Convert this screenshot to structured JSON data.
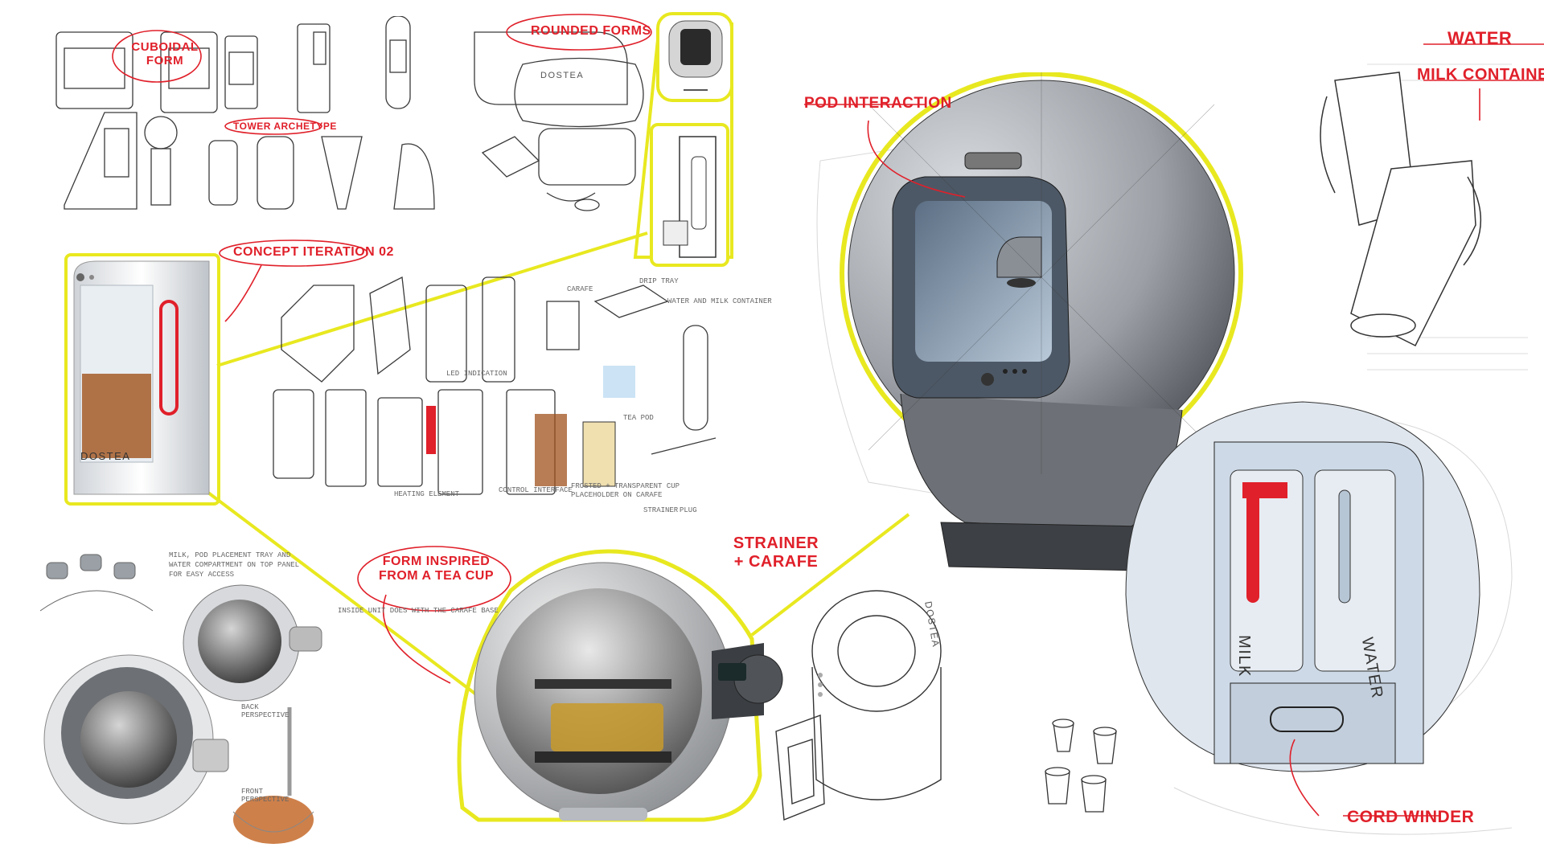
{
  "labels": {
    "cuboidal_form": "CUBOIDAL FORM",
    "rounded_forms": "ROUNDED FORMS",
    "tower_archetype": "TOWER ARCHETYPE",
    "concept_iteration": "CONCEPT ITERATION 02",
    "form_inspired": "FORM INSPIRED FROM A TEA CUP",
    "strainer_carafe": "STRAINER + CARAFE",
    "pod_interaction": "POD INTERACTION",
    "water": "WATER",
    "milk_container": "MILK CONTAINER",
    "cord_winder": "CORD WINDER"
  },
  "product_marks": {
    "brand_top": "DOSTEA",
    "brand_render": "DOSTEA",
    "brand_carafe": "DOSTEA",
    "milk": "MILK",
    "water_tank": "WATER"
  },
  "notes": {
    "milk_pod": "MILK, POD PLACEMENT TRAY AND WATER COMPARTMENT ON TOP PANEL FOR EASY ACCESS",
    "inside_unit": "INSIDE UNIT DOES WITH THE CARAFE BASE",
    "back_perspective": "BACK PERSPECTIVE",
    "front_perspective": "FRONT PERSPECTIVE",
    "carafe": "CARAFE",
    "drip_tray": "DRIP TRAY",
    "water_milk": "WATER AND MILK CONTAINER",
    "led": "LED INDICATION",
    "tea_pod": "TEA POD",
    "heating": "HEATING ELEMENT",
    "control": "CONTROL INTERFACE",
    "frosted": "FROSTED + TRANSPARENT CUP PLACEHOLDER ON CARAFE",
    "strainer": "STRAINER",
    "plug": "PLUG"
  },
  "colors": {
    "accent": "#e0202a",
    "highlight": "#e8e820",
    "ink": "#3a3a3a",
    "tea": "#a0521c"
  }
}
